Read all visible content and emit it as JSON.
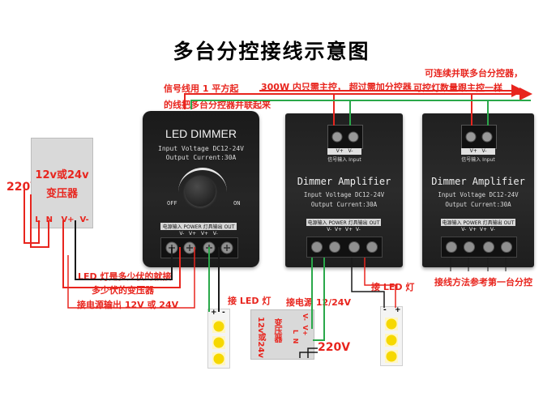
{
  "title": "多台分控接线示意图",
  "notes": {
    "signal_wire": "信号线用 1 平方起",
    "signal_wire2": "的线把多台分控器并联起来",
    "power_300w": "300W 内只需主控，  超过需加分控器",
    "chain_1": "可连续并联多台分控器，",
    "chain_2": "可控灯数量跟主控一样",
    "led_volt_1": "LED 灯是多少伏的就接",
    "led_volt_2": "多少伏的变压器",
    "power_out": "接电源输出 12V 或 24V",
    "connect_led_1": "接 LED 灯",
    "connect_power": "接电源 12/24V",
    "connect_led_2": "接 LED 灯",
    "wiring_method": "接线方法参考第一台分控"
  },
  "transformer_left": {
    "label_1": "12v或24v",
    "label_2": "变压器",
    "terminals": "L  N   V+  V-",
    "input": "220V"
  },
  "transformer_bottom": {
    "label_1": "12v或24v",
    "label_2": "变压器",
    "terminals_1": "L  N",
    "terminals_2": "V-  V+",
    "input": "220V"
  },
  "dimmer": {
    "name": "LED DIMMER",
    "input_voltage": "Input Voltage DC12-24V",
    "output_current": "Output Current:30A",
    "off": "OFF",
    "on": "ON",
    "terminal_header": "电源输入 POWER  灯具输出 OUT",
    "terminal_signs": "V-   V+   V+   V-"
  },
  "amplifier_1": {
    "signal_label": "信号输入 Input",
    "signal_pins": "V+   V-",
    "name": "Dimmer Amplifier",
    "input_voltage": "Input Voltage DC12-24V",
    "output_current": "Output Current:30A",
    "terminal_header": "电源输入 POWER  灯具输出 OUT",
    "terminal_signs": "V-  V+  V+  V-"
  },
  "amplifier_2": {
    "signal_label": "信号输入 Input",
    "signal_pins": "V+   V-",
    "name": "Dimmer Amplifier",
    "input_voltage": "Input Voltage DC12-24V",
    "output_current": "Output Current:30A",
    "terminal_header": "电源输入 POWER  灯具输出 OUT",
    "terminal_signs": "V-  V+  V+  V-"
  },
  "led_strip_1": {
    "plus": "+",
    "minus": "-"
  },
  "led_strip_2": {
    "plus": "+",
    "minus": "-"
  },
  "colors": {
    "red": "#e8251e",
    "green": "#2aa84a",
    "black": "#1a1a1a"
  }
}
